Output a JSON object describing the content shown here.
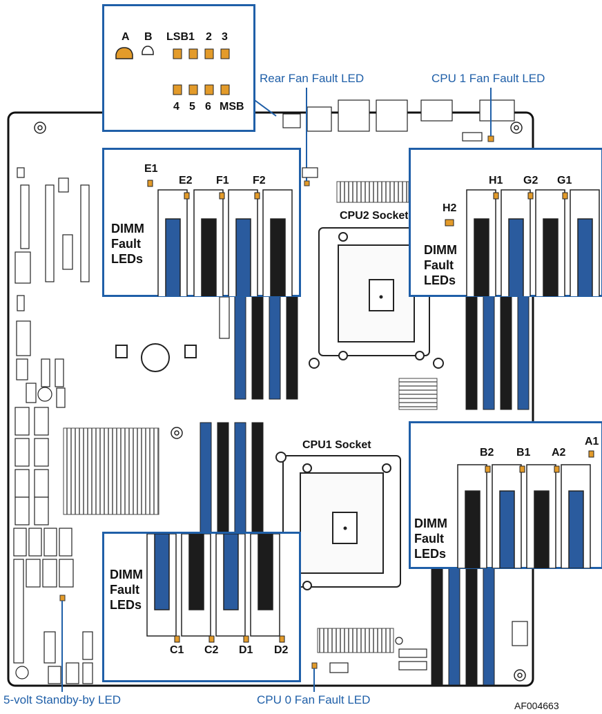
{
  "callouts": {
    "rear_fan": "Rear Fan Fault LED",
    "cpu1_fan": "CPU 1 Fan Fault LED",
    "standby": "5-volt Standby-by LED",
    "cpu0_fan": "CPU 0 Fan Fault LED"
  },
  "diag_panel": {
    "a": "A",
    "b": "B",
    "top_row": [
      "LSB",
      "1",
      "2",
      "3"
    ],
    "bottom_row": [
      "4",
      "5",
      "6",
      "MSB"
    ]
  },
  "sockets": {
    "cpu2": "CPU2 Socket",
    "cpu1": "CPU1 Socket"
  },
  "dimm_fault_lines": [
    "DIMM",
    "Fault",
    "LEDs"
  ],
  "dimm_groups": {
    "top_left": {
      "led_labels": [
        "E1",
        "E2",
        "F1",
        "F2"
      ]
    },
    "top_right": {
      "led_labels": [
        "H1",
        "G2",
        "G1",
        "H2"
      ]
    },
    "bottom_left": {
      "led_labels": [
        "C1",
        "C2",
        "D1",
        "D2"
      ]
    },
    "bottom_right": {
      "led_labels": [
        "B2",
        "B1",
        "A2",
        "A1"
      ]
    }
  },
  "figure_id": "AF004663",
  "colors": {
    "accent_blue": "#1f5fa8",
    "dimm_blue": "#2a5b9e",
    "dimm_black": "#1c1c1c",
    "led_amber": "#e39b2a"
  }
}
